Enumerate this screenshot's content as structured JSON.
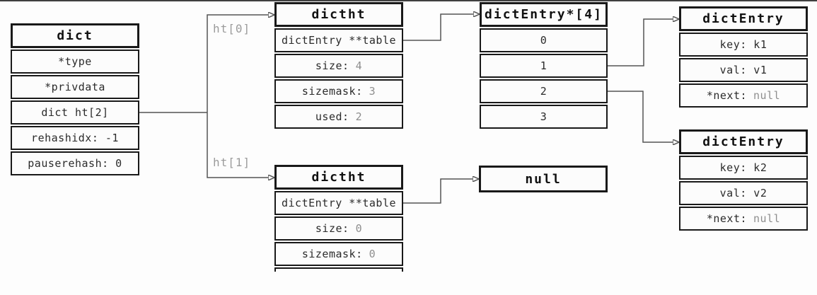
{
  "colors": {
    "box_border": "#191919",
    "text": "#2b2b2b",
    "muted_value": "#8e8e8e",
    "wire": "#555555",
    "wire_label": "#9b9b9b",
    "background": "#fdfdfd"
  },
  "boxes": {
    "dict": {
      "title": "dict",
      "rows": [
        {
          "t": "*type"
        },
        {
          "t": "*privdata"
        },
        {
          "t": "dict ht[2]"
        },
        {
          "t": "rehashidx: -1"
        },
        {
          "t": "pauserehash: 0"
        }
      ]
    },
    "dictht0": {
      "title": "dictht",
      "rows": [
        {
          "t": "dictEntry **table"
        },
        {
          "t": "size:",
          "v": "4"
        },
        {
          "t": "sizemask:",
          "v": "3"
        },
        {
          "t": "used:",
          "v": "2"
        }
      ]
    },
    "bucket_array": {
      "title": "dictEntry*[4]",
      "rows": [
        {
          "t": "0"
        },
        {
          "t": "1"
        },
        {
          "t": "2"
        },
        {
          "t": "3"
        }
      ]
    },
    "entry1": {
      "title": "dictEntry",
      "rows": [
        {
          "t": "key: k1"
        },
        {
          "t": "val: v1"
        },
        {
          "t": "*next:",
          "v": "null"
        }
      ]
    },
    "entry2": {
      "title": "dictEntry",
      "rows": [
        {
          "t": "key: k2"
        },
        {
          "t": "val: v2"
        },
        {
          "t": "*next:",
          "v": "null"
        }
      ]
    },
    "dictht1": {
      "title": "dictht",
      "rows": [
        {
          "t": "dictEntry **table"
        },
        {
          "t": "size:",
          "v": "0"
        },
        {
          "t": "sizemask:",
          "v": "0"
        }
      ]
    },
    "null_box": {
      "title": "null"
    }
  },
  "labels": {
    "ht0": "ht[0]",
    "ht1": "ht[1]"
  }
}
